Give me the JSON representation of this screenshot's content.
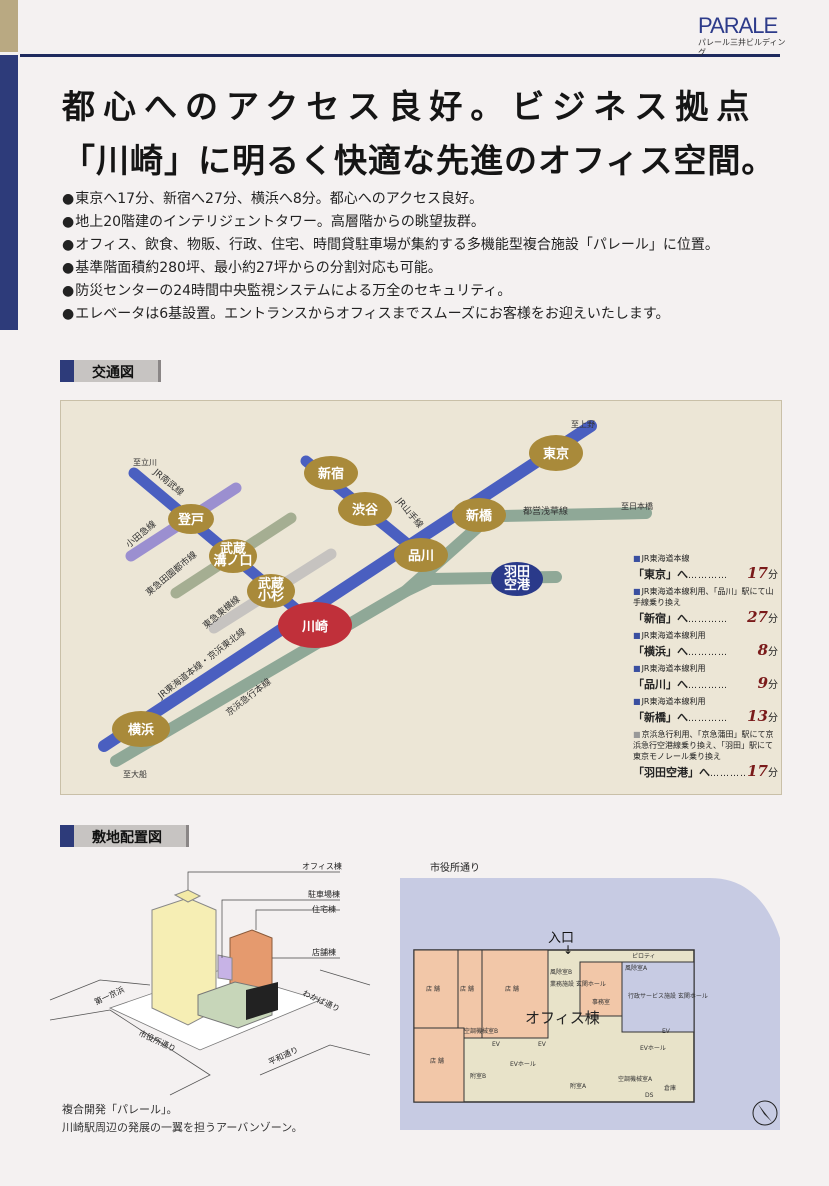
{
  "brand": {
    "logo": "PARALE",
    "subtitle": "パレール三井ビルディング"
  },
  "headline": {
    "line1": "都心へのアクセス良好。ビジネス拠点",
    "line2": "「川崎」に明るく快適な先進のオフィス空間。"
  },
  "bullets": [
    "東京へ17分、新宿へ27分、横浜へ8分。都心へのアクセス良好。",
    "地上20階建のインテリジェントタワー。高層階からの眺望抜群。",
    "オフィス、飲食、物販、行政、住宅、時間貸駐車場が集約する多機能型複合施設「パレール」に位置。",
    "基準階面積約280坪、最小約27坪からの分割対応も可能。",
    "防災センターの24時間中央監視システムによる万全のセキュリティ。",
    "エレベータは6基設置。エントランスからオフィスまでスムーズにお客様をお迎えいたします。"
  ],
  "sections": {
    "access": "交通図",
    "site": "敷地配置図"
  },
  "map": {
    "stations": {
      "tokyo": "東京",
      "shinjuku": "新宿",
      "shibuya": "渋谷",
      "shimbashi": "新橋",
      "shinagawa": "品川",
      "haneda_1": "羽田",
      "haneda_2": "空港",
      "noborito": "登戸",
      "mizonokuchi_1": "武蔵",
      "mizonokuchi_2": "溝ノ口",
      "kosugi_1": "武蔵",
      "kosugi_2": "小杉",
      "kawasaki": "川崎",
      "yokohama": "横浜"
    },
    "directions": {
      "tachikawa": "至立川",
      "ueno": "至上野",
      "nihonbashi": "至日本橋",
      "ofuna": "至大船"
    },
    "lines": {
      "nambu": "JR南武線",
      "odakyu": "小田急線",
      "denentoshi": "東急田園都市線",
      "toyoko": "東急東横線",
      "yamanote": "JR山手線",
      "asakusa": "都営浅草線",
      "tokaido": "JR東海道本線・京浜東北線",
      "keikyu": "京浜急行本線"
    },
    "legend": [
      {
        "note": "JR東海道本線",
        "dest": "「東京」へ",
        "minutes": "17",
        "unit": "分"
      },
      {
        "note": "JR東海道本線利用、「品川」駅にて山手線乗り換え",
        "dest": "「新宿」へ",
        "minutes": "27",
        "unit": "分"
      },
      {
        "note": "JR東海道本線利用",
        "dest": "「横浜」へ",
        "minutes": "8",
        "unit": "分"
      },
      {
        "note": "JR東海道本線利用",
        "dest": "「品川」へ",
        "minutes": "9",
        "unit": "分"
      },
      {
        "note": "JR東海道本線利用",
        "dest": "「新橋」へ",
        "minutes": "13",
        "unit": "分"
      },
      {
        "note": "京浜急行利用、「京急蒲田」駅にて京浜急行空港線乗り換え、「羽田」駅にて東京モノレール乗り換え",
        "dest": "「羽田空港」へ",
        "minutes": "17",
        "unit": "分"
      }
    ],
    "dots": "…………"
  },
  "iso": {
    "labels": {
      "office": "オフィス棟",
      "parking": "駐車場棟",
      "housing": "住宅棟",
      "retail": "店舗棟"
    },
    "roads": {
      "daiichi_keihin": "第一京浜",
      "shiyakusho": "市役所通り",
      "wakaba": "わかば通り",
      "heiwa": "平和通り"
    },
    "caption_1": "複合開発「パレール」。",
    "caption_2": "川崎駅周辺の発展の一翼を担うアーバンゾーン。"
  },
  "plan": {
    "road": "市役所通り",
    "entrance": "入口",
    "building": "オフィス棟",
    "shop": "店 舗",
    "pilotis": "ピロティ",
    "windroom_b": "風除室B",
    "windroom_a": "風除室A",
    "public_hall": "業務施設 玄関ホール",
    "disaster": "事務室",
    "admin": "行政サービス施設 玄関ホール",
    "ev": "EV",
    "ev_hall": "EVホール",
    "annex_a": "附室A",
    "annex_b": "附室B",
    "machine_a": "空調機械室A",
    "machine_b": "空調機械室B",
    "ds": "DS",
    "storage": "倉庫"
  },
  "colors": {
    "navy": "#2d3b7a",
    "gold": "#a98a3a",
    "red": "#c0303a",
    "tokaido": "#4a5fc0",
    "keikyu": "#8fa897",
    "shop": "#f2c7a8"
  }
}
